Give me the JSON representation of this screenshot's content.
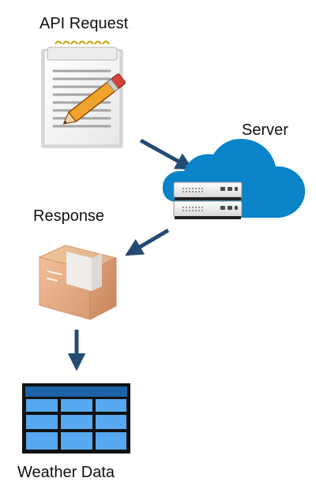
{
  "labels": {
    "api_request": "API Request",
    "server": "Server",
    "response": "Response",
    "weather_data": "Weather Data"
  },
  "colors": {
    "arrow": "#244b72",
    "cloud": "#0a83c8",
    "table_header": "#1d63a8",
    "table_cell": "#56a8f0",
    "box": "#d8a27a"
  },
  "icons": {
    "api_request": "notepad-pencil-icon",
    "server": "server-cloud-icon",
    "response": "package-box-icon",
    "weather_data": "table-grid-icon"
  }
}
